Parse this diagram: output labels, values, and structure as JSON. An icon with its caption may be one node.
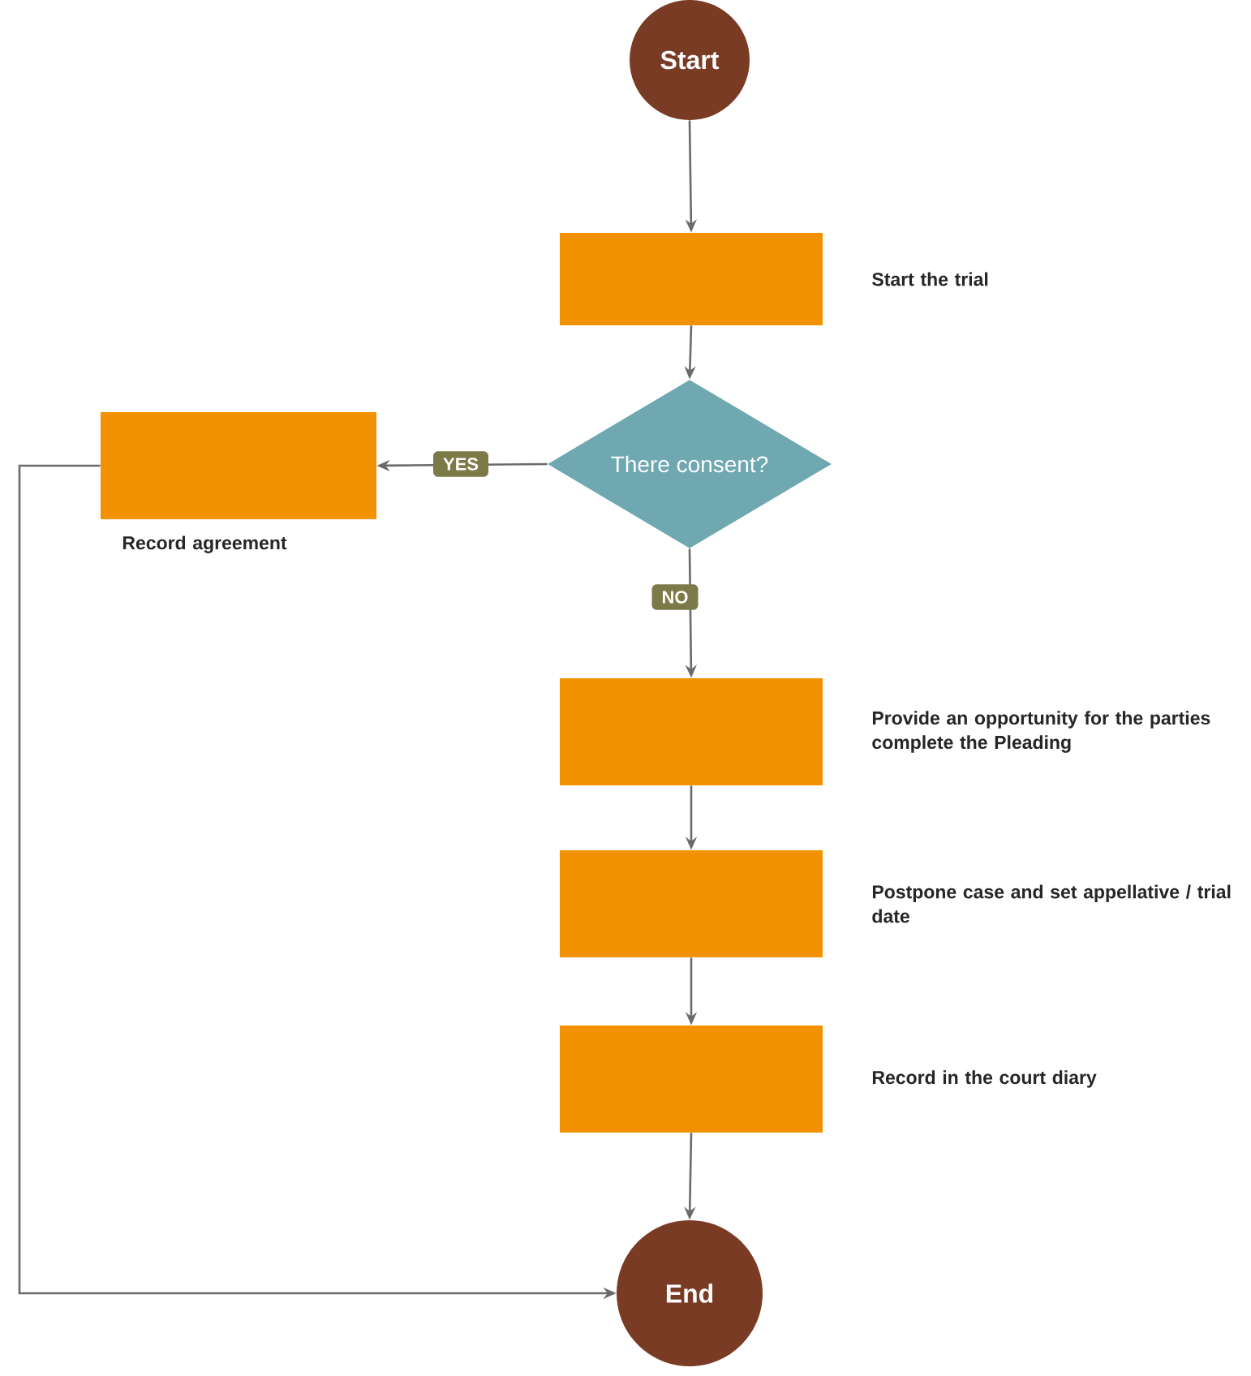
{
  "diagram": {
    "nodes": [
      {
        "text": [
          "Start"
        ]
      },
      {
        "text": [],
        "shape": "box",
        "beside": [
          "Start the trial"
        ]
      },
      {
        "text": [
          "There consent?"
        ]
      },
      {
        "text": [],
        "shape": "box",
        "beside": [
          "Record agreement"
        ]
      },
      {
        "text": [],
        "shape": "box",
        "beside": [
          "Provide an opportunity for the parties complete the Pleading"
        ]
      },
      {
        "text": [],
        "shape": "box",
        "beside": [
          "Postpone case and set appellative / trial date"
        ]
      },
      {
        "text": [],
        "shape": "box",
        "beside": [
          "Record in the court diary"
        ]
      },
      {
        "text": [
          "End"
        ]
      }
    ],
    "edges": [
      {
        "from": 0,
        "to": 1,
        "arrow": "to"
      },
      {
        "from": 1,
        "to": 2,
        "arrow": "to"
      },
      {
        "from": 2,
        "to": 3,
        "arrow": "to",
        "label": "YES"
      },
      {
        "from": 2,
        "to": 4,
        "arrow": "to",
        "label": "NO"
      },
      {
        "from": 4,
        "to": 5,
        "arrow": "to"
      },
      {
        "from": 5,
        "to": 6,
        "arrow": "to"
      },
      {
        "from": 6,
        "to": 7,
        "arrow": "to"
      },
      {
        "from": 3,
        "to": 7,
        "arrow": "to"
      }
    ]
  }
}
